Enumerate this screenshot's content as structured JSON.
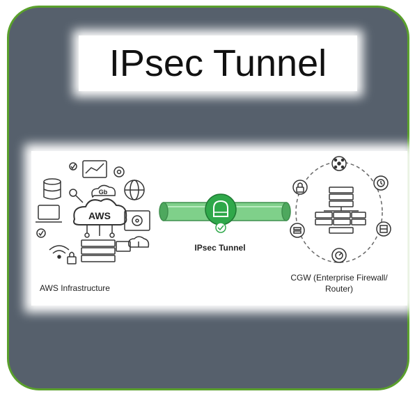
{
  "title": "IPsec Tunnel",
  "labels": {
    "aws": "AWS Infrastructure",
    "tunnel": "IPsec Tunnel",
    "cgw": "CGW (Enterprise Firewall/ Router)",
    "cloud_text": "AWS",
    "gb_text": "Gb"
  },
  "colors": {
    "card_bg": "#56606c",
    "card_border": "#5aa02c",
    "tunnel_green": "#2fa84a",
    "pipe_green": "#7fd08a"
  },
  "icons": [
    "cloud-aws-icon",
    "database-icon",
    "laptop-icon",
    "globe-icon",
    "gear-icon",
    "server-icon",
    "lock-icon",
    "wifi-icon",
    "chart-icon",
    "network-icon",
    "clock-icon",
    "firewall-icon",
    "router-icon",
    "shield-check-icon"
  ]
}
